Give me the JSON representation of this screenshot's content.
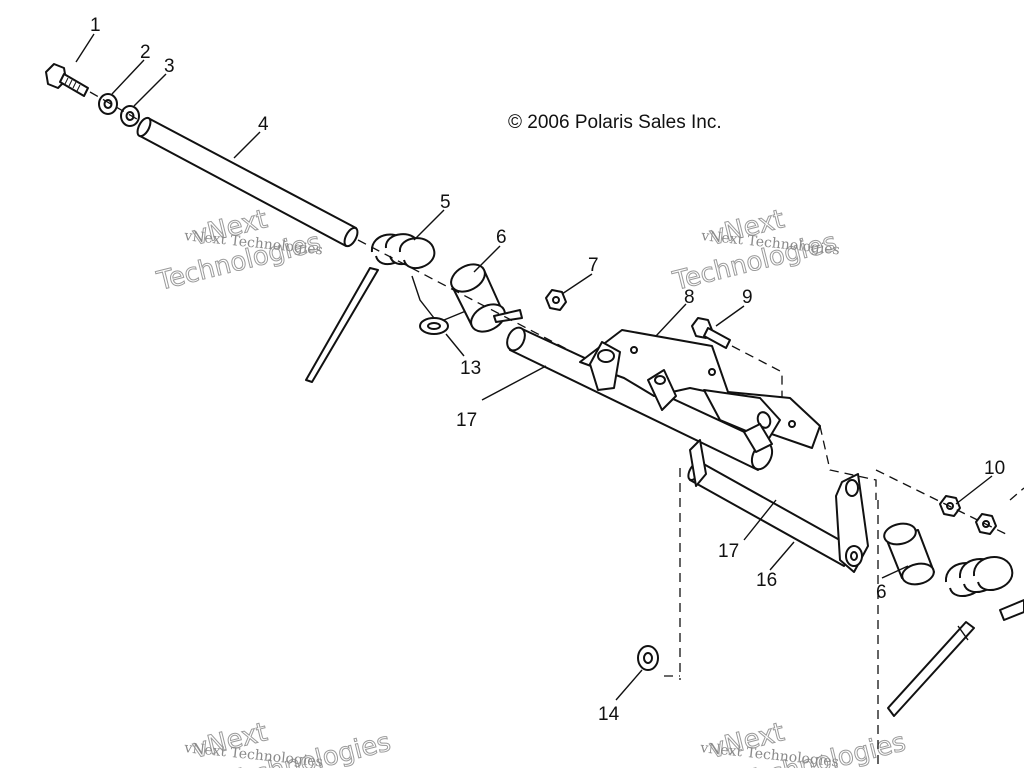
{
  "copyright": "© 2006 Polaris Sales Inc.",
  "watermark": {
    "small": "vNext Technologies",
    "large_top": "vNext",
    "large_bottom": "Technologies"
  },
  "callouts": [
    "1",
    "2",
    "3",
    "4",
    "5",
    "6",
    "7",
    "8",
    "9",
    "13",
    "17",
    "17",
    "16",
    "6",
    "10",
    "14"
  ]
}
